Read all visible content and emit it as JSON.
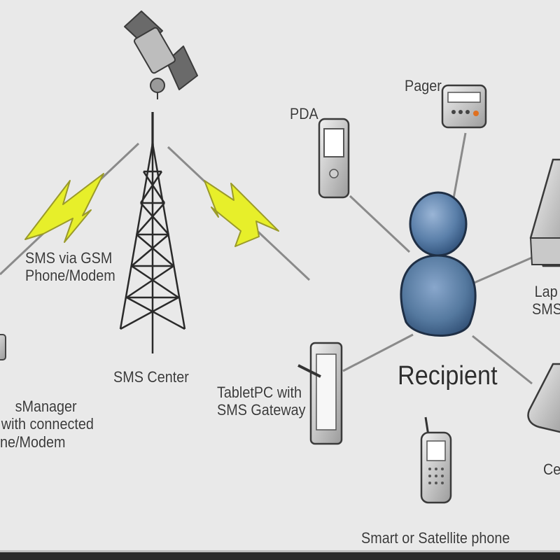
{
  "diagram": {
    "sender_label": [
      "sManager",
      "with connected",
      "ne/Modem"
    ],
    "gsm_label": [
      "SMS via GSM",
      "Phone/Modem"
    ],
    "center_label": "SMS Center",
    "recipient_label": "Recipient",
    "pda_label": "PDA",
    "pager_label": "Pager",
    "tablet_label": [
      "TabletPC with",
      "SMS Gateway"
    ],
    "phone_label": "Smart or Satellite phone",
    "laptop_label": [
      "Lap",
      "SMS"
    ],
    "cell_label": "Ce"
  },
  "colors": {
    "background": "#e9e9e9",
    "person_fill": "#5a7fa9",
    "lightning": "#e7ef2a",
    "device_gray": "#9a9a9a",
    "line_gray": "#7f7f7f"
  }
}
